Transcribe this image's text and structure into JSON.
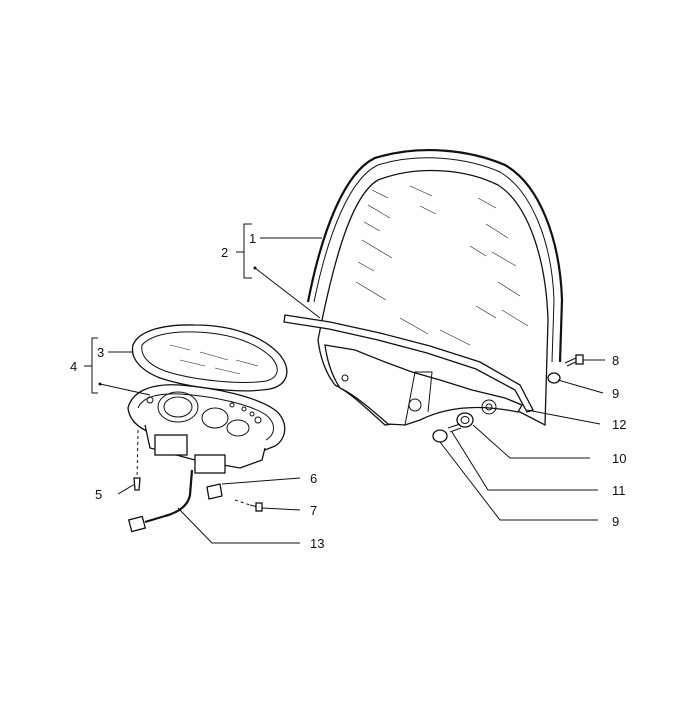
{
  "callouts": [
    {
      "id": "c1",
      "text": "1"
    },
    {
      "id": "c2",
      "text": "2"
    },
    {
      "id": "c3",
      "text": "3"
    },
    {
      "id": "c4",
      "text": "4"
    },
    {
      "id": "c5",
      "text": "5"
    },
    {
      "id": "c6",
      "text": "6"
    },
    {
      "id": "c7",
      "text": "7"
    },
    {
      "id": "c8",
      "text": "8"
    },
    {
      "id": "c9a",
      "text": "9"
    },
    {
      "id": "c10",
      "text": "10"
    },
    {
      "id": "c11",
      "text": "11"
    },
    {
      "id": "c9b",
      "text": "9"
    },
    {
      "id": "c12",
      "text": "12"
    },
    {
      "id": "c13",
      "text": "13"
    }
  ]
}
